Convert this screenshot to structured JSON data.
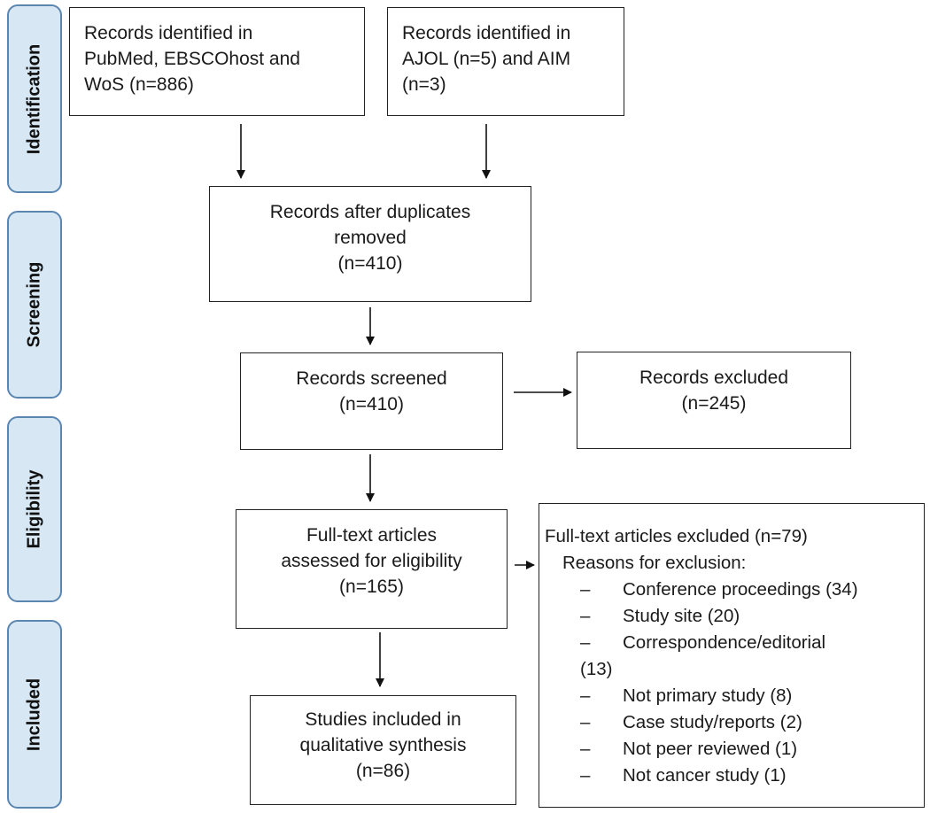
{
  "phases": [
    {
      "label": "Identification"
    },
    {
      "label": "Screening"
    },
    {
      "label": "Eligibility"
    },
    {
      "label": "Included"
    }
  ],
  "boxes": {
    "records_db": {
      "lines": [
        "Records identified in",
        "PubMed, EBSCOhost and",
        "WoS (n=886)"
      ]
    },
    "records_other": {
      "lines": [
        "Records identified in",
        "AJOL (n=5) and AIM",
        "(n=3)"
      ]
    },
    "after_duplicates": {
      "lines": [
        "Records after duplicates",
        "removed",
        "(n=410)"
      ]
    },
    "screened": {
      "lines": [
        "Records screened",
        "(n=410)"
      ]
    },
    "excluded": {
      "lines": [
        "Records excluded",
        "(n=245)"
      ]
    },
    "fulltext": {
      "lines": [
        "Full-text articles",
        "assessed for eligibility",
        "(n=165)"
      ]
    },
    "fulltext_excluded": {
      "title": "Full-text articles excluded (n=79)",
      "heading": "Reasons for exclusion:",
      "dash": "–",
      "reasons": [
        "Conference proceedings (34)",
        "Study site (20)",
        "Correspondence/editorial",
        "(13)",
        "Not primary study (8)",
        "Case study/reports (2)",
        "Not peer reviewed (1)",
        "Not cancer study (1)"
      ]
    },
    "included": {
      "lines": [
        "Studies included in",
        "qualitative synthesis",
        "(n=86)"
      ]
    }
  }
}
